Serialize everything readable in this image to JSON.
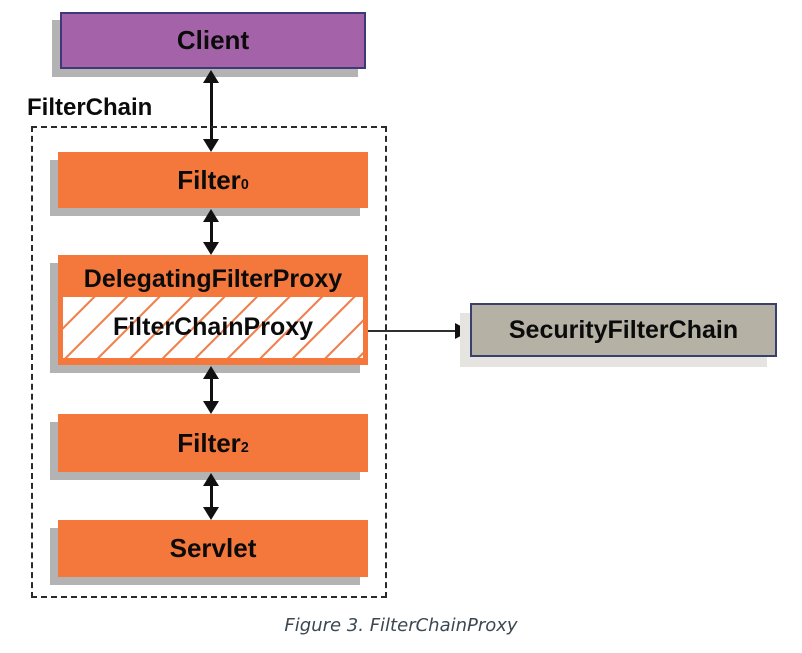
{
  "diagram": {
    "client_label": "Client",
    "filterchain_label": "FilterChain",
    "filter0": {
      "base": "Filter",
      "sub": "0"
    },
    "delegating_filter_proxy_label": "DelegatingFilterProxy",
    "filter_chain_proxy_label": "FilterChainProxy",
    "security_filter_chain_label": "SecurityFilterChain",
    "filter2": {
      "base": "Filter",
      "sub": "2"
    },
    "servlet_label": "Servlet",
    "caption": "Figure 3. FilterChainProxy",
    "colors": {
      "client_fill": "#a463a8",
      "client_border": "#3e3a78",
      "filter_fill": "#f4783c",
      "hatch_line": "#f08350",
      "security_fill": "#b5b1a4",
      "security_border": "#39406e",
      "box_shadow": "#b3b3b3",
      "arrow": "#111111",
      "caption_text": "#3b4852"
    }
  }
}
